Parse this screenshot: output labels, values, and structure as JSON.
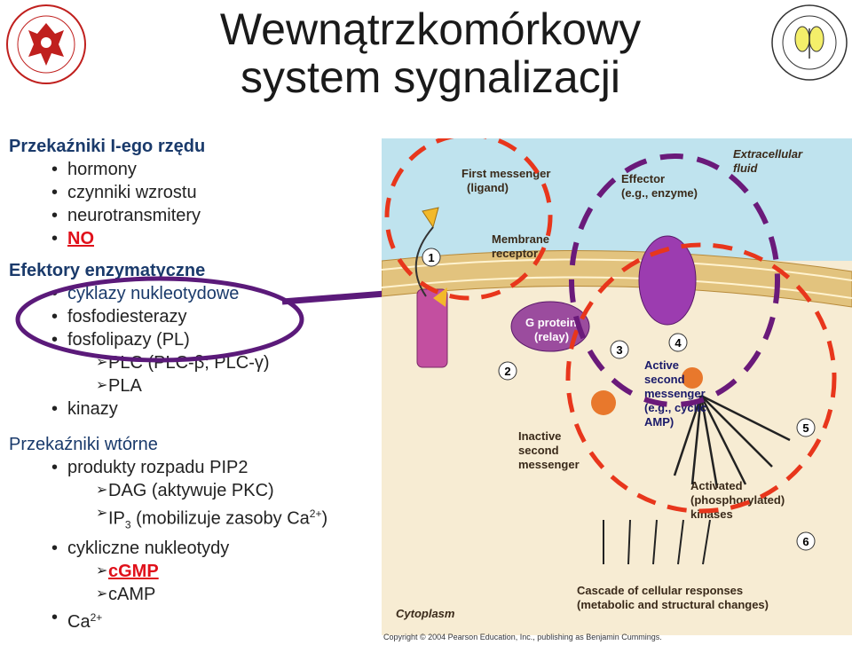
{
  "title": {
    "line1": "Wewnątrzkomórkowy",
    "line2": "system sygnalizacji"
  },
  "left": {
    "section1": {
      "heading": "Przekaźniki I-ego rzędu",
      "items": [
        "hormony",
        "czynniki wzrostu",
        "neurotransmitery",
        "NO"
      ]
    },
    "section2": {
      "heading": "Efektory enzymatyczne",
      "items": [
        "cyklazy nukleotydowe",
        "fosfodiesterazy",
        "fosfolipazy (PL)"
      ],
      "subitems": [
        "PLC (PLC-β; PLC-γ)",
        "PLA"
      ],
      "item_last": "kinazy"
    },
    "section3": {
      "heading": "Przekaźniki wtórne",
      "item1": "produkty rozpadu PIP2",
      "sub1": "DAG (aktywuje PKC)",
      "sub2_a": "IP",
      "sub2_sub": "3",
      "sub2_b": " (mobilizuje zasoby Ca",
      "sub2_sup": "2+",
      "sub2_c": ")",
      "item2": "cykliczne nukleotydy",
      "sub3": "cGMP",
      "sub4": "cAMP",
      "item3": "Ca",
      "item3_sup": "2+"
    }
  },
  "diagram": {
    "extracellular": [
      "Extracellular",
      "fluid"
    ],
    "first_messenger": [
      "First messenger",
      "(ligand)"
    ],
    "effector": [
      "Effector",
      "(e.g., enzyme)"
    ],
    "membrane_receptor": [
      "Membrane",
      "receptor"
    ],
    "g_protein": [
      "G protein",
      "(relay)"
    ],
    "active_second": [
      "Active",
      "second",
      "messenger",
      "(e.g., cyclic",
      "AMP)"
    ],
    "inactive_second": [
      "Inactive",
      "second",
      "messenger"
    ],
    "activated_kinases": [
      "Activated",
      "(phosphorylated)",
      "kinases"
    ],
    "cascade": [
      "Cascade of cellular responses",
      "(metabolic and structural changes)"
    ],
    "cytoplasm": "Cytoplasm",
    "steps": [
      "1",
      "2",
      "3",
      "4",
      "5",
      "6"
    ]
  },
  "copyright": "Copyright © 2004 Pearson Education, Inc., publishing as Benjamin Cummings.",
  "colors": {
    "heading": "#1a3a6b",
    "red": "#e0101a",
    "purple_circle": "#5b1a7a",
    "red_dash": "#e8361c",
    "membrane": "#d9b26a",
    "fluid": "#bfe3ee",
    "cytoplasm": "#f7ecd3"
  }
}
